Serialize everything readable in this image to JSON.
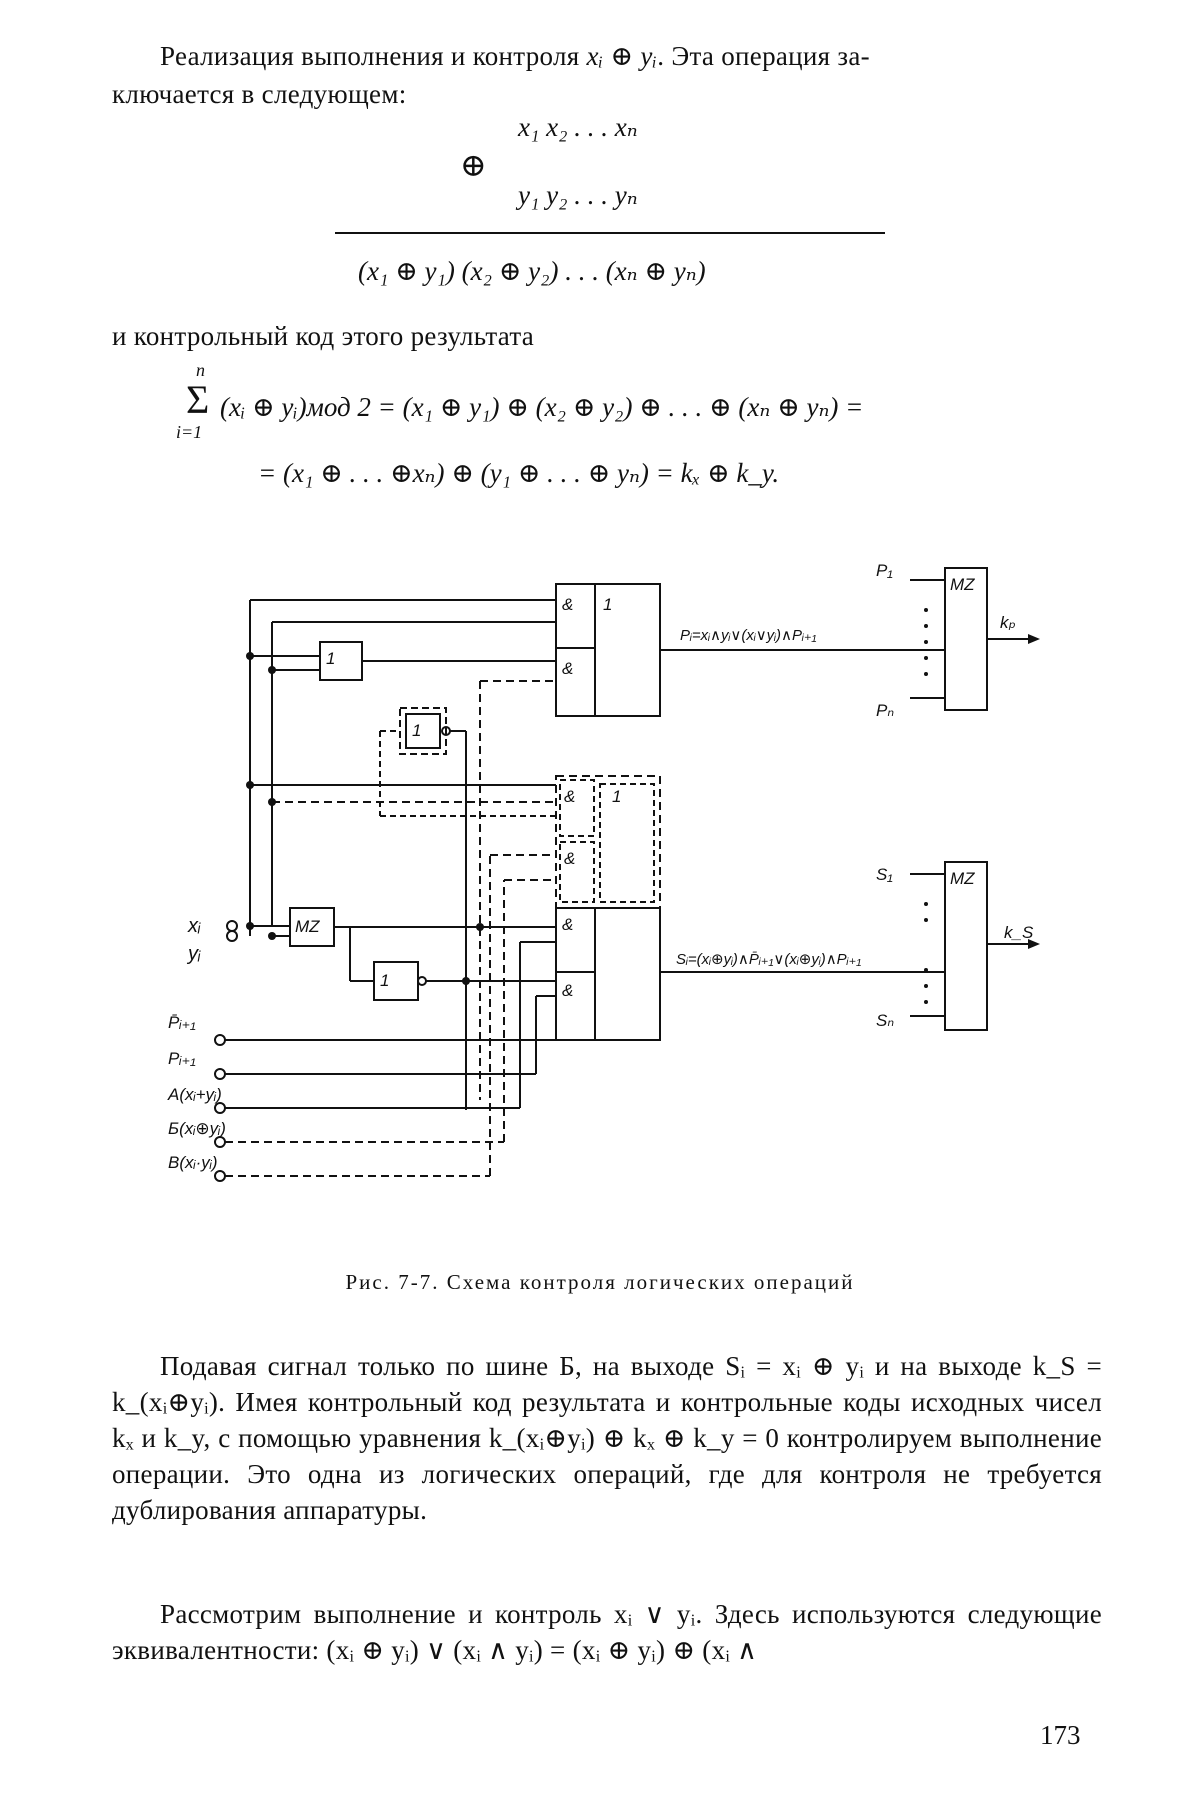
{
  "intro": {
    "line1_prefix": "Реализация выполнения и контроля ",
    "line1_math": "xᵢ ⊕ yᵢ",
    "line1_suffix": ". Эта операция за-",
    "line2": "ключается в следующем:"
  },
  "operation": {
    "sign": "⊕",
    "row_x": "x₁   x₂  .  .  .  xₙ",
    "row_y": "y₁   y₂  .  .  .  yₙ",
    "result": "(x₁ ⊕ y₁) (x₂ ⊕ y₂)  .  .  .  (xₙ ⊕ yₙ)"
  },
  "control_text": "и контрольный код этого результата",
  "sum_formula": {
    "upper": "n",
    "sigma": "Σ",
    "lower": "i=1",
    "line1": "(xᵢ ⊕ yᵢ)мод 2 = (x₁ ⊕ y₁) ⊕ (x₂ ⊕ y₂) ⊕  .  .  . ⊕ (xₙ ⊕ yₙ) =",
    "line2": "= (x₁ ⊕  .  .  . ⊕xₙ) ⊕ (y₁ ⊕  .  .  . ⊕ yₙ) = kₓ ⊕ k_y."
  },
  "figure": {
    "and_label": "&",
    "or_label": "1",
    "not_label": "1",
    "mz_label": "MZ",
    "input_x": "xᵢ",
    "input_y": "yᵢ",
    "in_pbar": "P̄ᵢ₊₁",
    "in_p": "Pᵢ₊₁",
    "in_a": "A(xᵢ+yᵢ)",
    "in_b": "Б(xᵢ⊕yᵢ)",
    "in_v": "В(xᵢ·yᵢ)",
    "formula_p": "Pᵢ=xᵢ∧yᵢ∨(xᵢ∨yᵢ)∧Pᵢ₊₁",
    "formula_s": "Sᵢ=(xᵢ⊕yᵢ)∧P̄ᵢ₊₁∨(xᵢ⊕yᵢ)∧Pᵢ₊₁",
    "p1": "P₁",
    "pn": "Pₙ",
    "s1": "S₁",
    "sn": "Sₙ",
    "kp": "kₚ",
    "ks": "k_S"
  },
  "caption": "Рис. 7-7. Схема контроля логических операций",
  "para1": "Подавая сигнал только по шине Б, на выходе Sᵢ = xᵢ ⊕ yᵢ и на выходе k_S = k_(xᵢ⊕yᵢ). Имея контрольный код результата и контрольные коды исходных чисел kₓ и k_y, с помощью уравнения k_(xᵢ⊕yᵢ) ⊕ kₓ ⊕ k_y = 0 контролируем выполнение операции. Это одна из логических операций, где для контроля не требуется дублирования аппаратуры.",
  "para2": "Рассмотрим выполнение и контроль xᵢ ∨ yᵢ. Здесь используются следующие эквивалентности: (xᵢ ⊕ yᵢ) ∨ (xᵢ ∧ yᵢ) = (xᵢ ⊕ yᵢ) ⊕ (xᵢ ∧",
  "page_number": "173"
}
